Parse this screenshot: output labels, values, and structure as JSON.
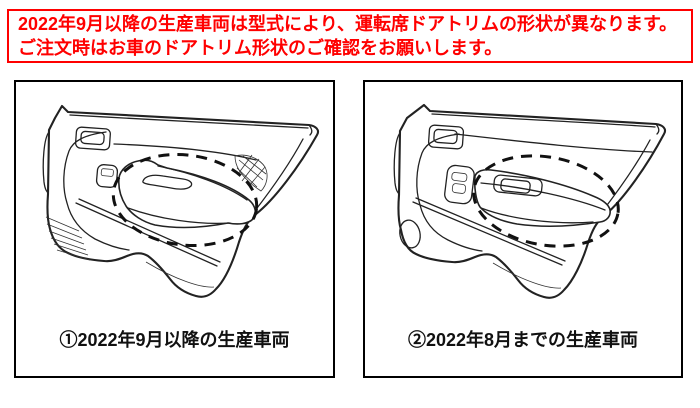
{
  "notice": {
    "line1": "2022年9月以降の生産車両は型式により、運転席ドアトリムの形状が異なります。",
    "line2": "ご注文時はお車のドアトリム形状のご確認をお願いします。",
    "text_color": "#ff0000",
    "border_color": "#ff0000"
  },
  "panels": [
    {
      "caption": "①2022年9月以降の生産車両",
      "illustration": "driver-door-trim-with-plain-armrest-highlighted"
    },
    {
      "caption": "②2022年8月までの生産車両",
      "illustration": "driver-door-trim-with-window-switch-armrest-highlighted"
    }
  ],
  "colors": {
    "background": "#ffffff",
    "line_art": "#222222",
    "panel_border": "#000000",
    "caption_text": "#111111",
    "highlight_ellipse": "#111111"
  }
}
